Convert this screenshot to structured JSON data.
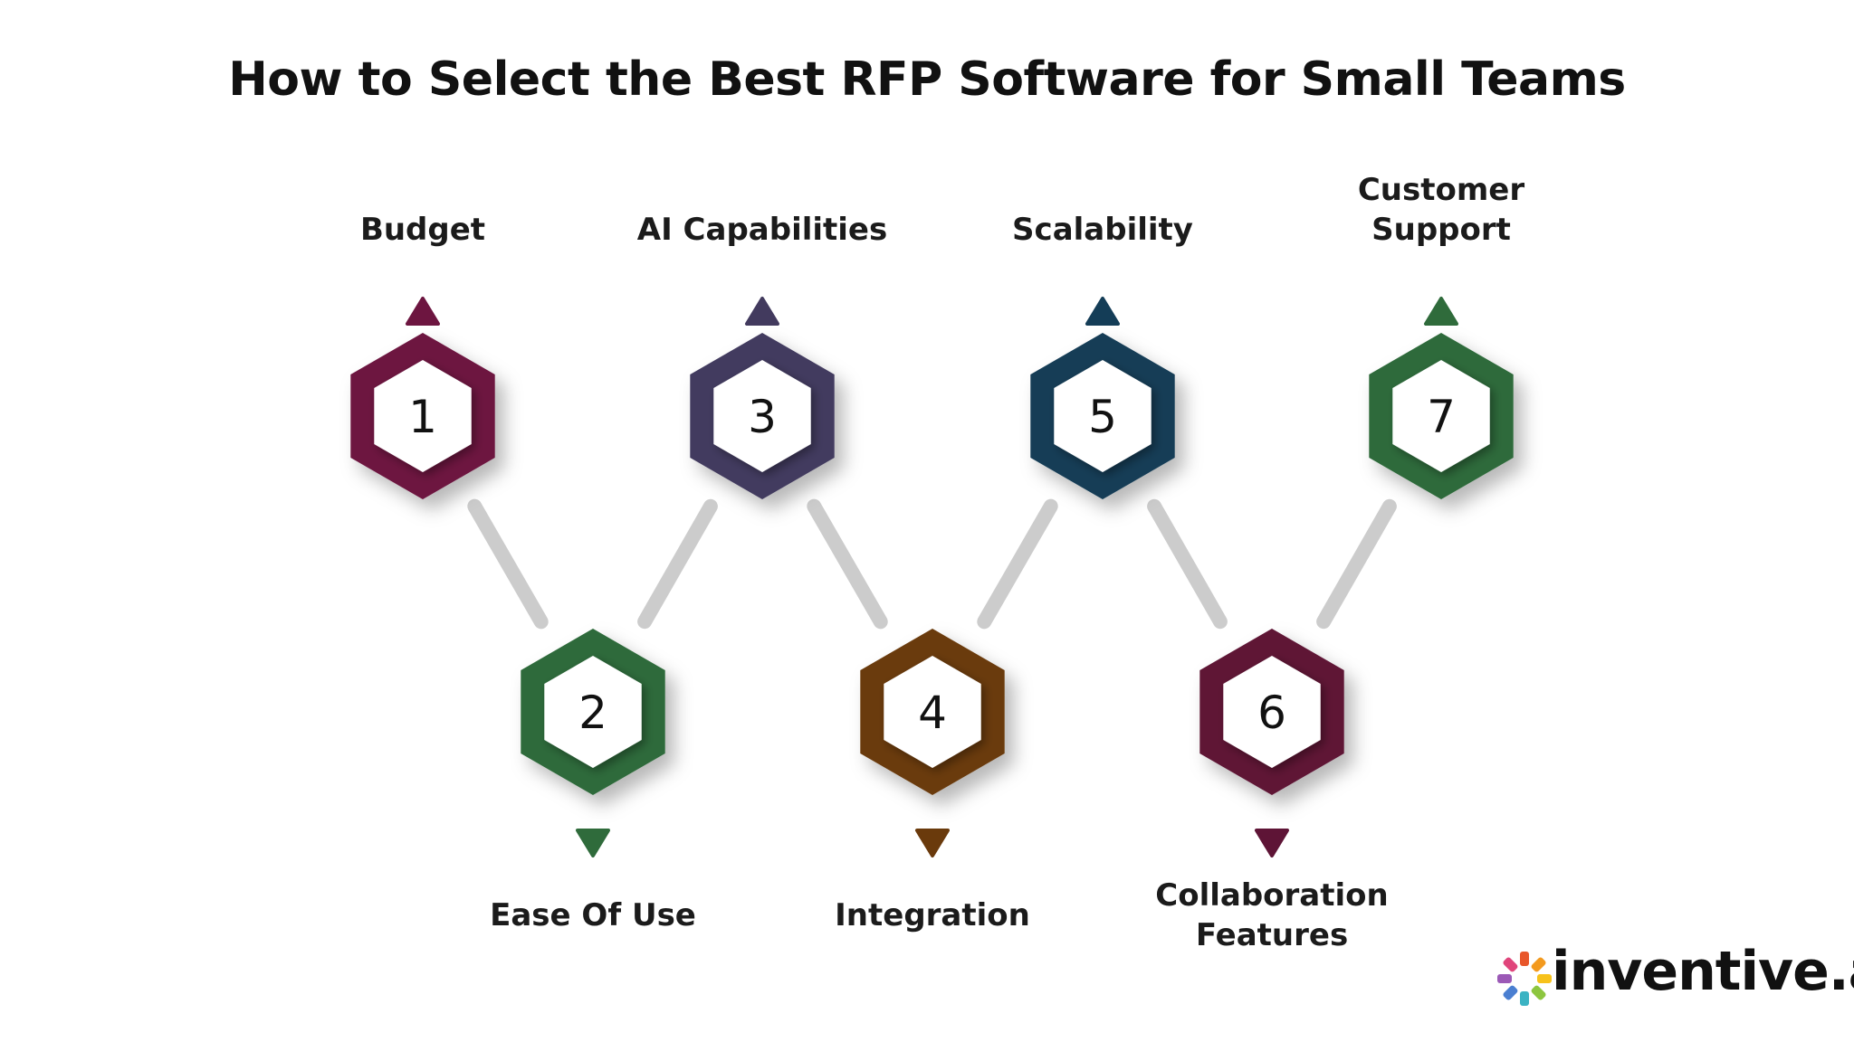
{
  "title": "How to Select the Best RFP Software for Small Teams",
  "steps": [
    {
      "number": "1",
      "label": [
        "Budget"
      ],
      "color": "#6d1540"
    },
    {
      "number": "2",
      "label": [
        "Ease Of Use"
      ],
      "color": "#2f6b3b"
    },
    {
      "number": "3",
      "label": [
        "AI Capabilities"
      ],
      "color": "#423a5e"
    },
    {
      "number": "4",
      "label": [
        "Integration"
      ],
      "color": "#6a3a0c"
    },
    {
      "number": "5",
      "label": [
        "Scalability"
      ],
      "color": "#143d57"
    },
    {
      "number": "6",
      "label": [
        "Collaboration",
        "Features"
      ],
      "color": "#5e1436"
    },
    {
      "number": "7",
      "label": [
        "Customer",
        "Support"
      ],
      "color": "#2f6b3b"
    }
  ],
  "connector_color": "#cccccc",
  "logo": {
    "text": "inventive.ai",
    "mark_colors": [
      "#e8562a",
      "#f39a1e",
      "#f7c21b",
      "#8dc63f",
      "#3bb3c3",
      "#4a7fd1",
      "#9b59b6",
      "#e0457b"
    ]
  }
}
